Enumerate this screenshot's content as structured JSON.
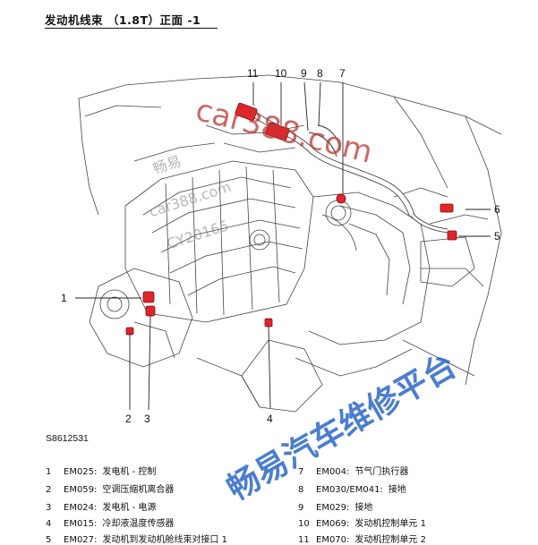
{
  "header": {
    "title": "发动机线束 （1.8T）正面 -1"
  },
  "figure": {
    "code": "S8612531",
    "callouts": [
      "1",
      "2",
      "3",
      "4",
      "5",
      "6",
      "7",
      "8",
      "9",
      "10",
      "11"
    ]
  },
  "watermarks": {
    "url_large": "car388.com",
    "cn_small": "畅易",
    "url_small": "car388.com",
    "id_small": "CY20165",
    "platform": "畅易汽车维修平台"
  },
  "legend": [
    {
      "num": "1",
      "code": "EM025:",
      "desc": "发电机 - 控制"
    },
    {
      "num": "2",
      "code": "EM059:",
      "desc": "空调压缩机离合器"
    },
    {
      "num": "3",
      "code": "EM024:",
      "desc": "发电机 - 电源"
    },
    {
      "num": "4",
      "code": "EM015:",
      "desc": "冷却液温度传感器"
    },
    {
      "num": "5",
      "code": "EM027:",
      "desc": "发动机到发动机舱线束对接口 1"
    },
    {
      "num": "7",
      "code": "EM004:",
      "desc": "节气门执行器"
    },
    {
      "num": "8",
      "code": "EM030/EM041:",
      "desc": "接地"
    },
    {
      "num": "9",
      "code": "EM029:",
      "desc": "接地"
    },
    {
      "num": "10",
      "code": "EM069:",
      "desc": "发动机控制单元 1"
    },
    {
      "num": "11",
      "code": "EM070:",
      "desc": "发动机控制单元 2"
    }
  ],
  "colors": {
    "connector": "#e0262b",
    "watermark_blue": "#2a67c9",
    "watermark_red": "#b73a35"
  }
}
